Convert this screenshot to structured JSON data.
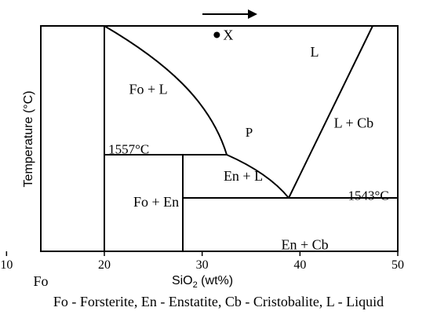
{
  "chart_data": {
    "type": "diagram",
    "ylabel": "Temperature (°C)",
    "xlabel_main": "SiO",
    "xlabel_sub": "2",
    "xlabel_tail": " (wt%)",
    "end_label_left": "Fo",
    "xticks": [
      {
        "value": 10,
        "label": "10"
      },
      {
        "value": 20,
        "label": "20"
      },
      {
        "value": 30,
        "label": "30"
      },
      {
        "value": 40,
        "label": "40"
      },
      {
        "value": 50,
        "label": "50"
      }
    ],
    "regions": [
      {
        "label": "Fo + L",
        "x": 24.5,
        "t": 0.72
      },
      {
        "label": "L",
        "x": 41.5,
        "t": 0.885
      },
      {
        "label": "L + Cb",
        "x": 45.5,
        "t": 0.57
      },
      {
        "label": "En + L",
        "x": 34.2,
        "t": 0.335
      },
      {
        "label": "Fo + En",
        "x": 25.3,
        "t": 0.22
      },
      {
        "label": "En + Cb",
        "x": 40.5,
        "t": 0.03
      }
    ],
    "temperatures": [
      {
        "label": "1557°C",
        "x": 22.5,
        "t": 0.455
      },
      {
        "label": "1543°C",
        "x": 47,
        "t": 0.25
      }
    ],
    "points": [
      {
        "label": "X",
        "x": 31.5,
        "t": 0.96
      },
      {
        "label": "P",
        "x": 34.8,
        "t": 0.48
      }
    ]
  },
  "arrow": "→",
  "caption": "Fo - Forsterite, En - Enstatite, Cb - Cristobalite, L - Liquid"
}
